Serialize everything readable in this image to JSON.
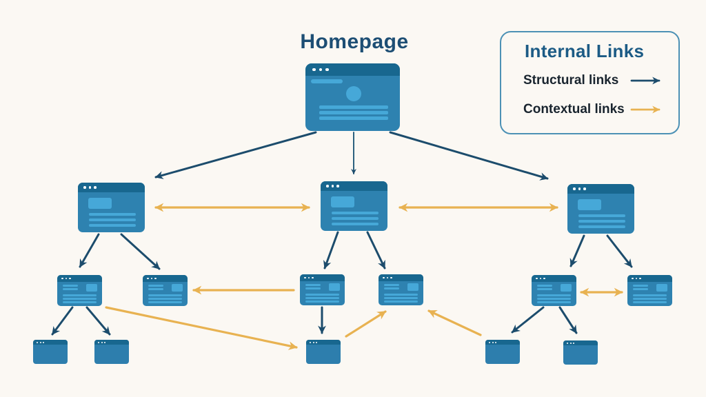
{
  "title": "Homepage",
  "legend": {
    "title": "Internal Links",
    "items": [
      {
        "label": "Structural links",
        "type": "structural",
        "color": "#1c4c6c"
      },
      {
        "label": "Contextual links",
        "type": "contextual",
        "color": "#e8b251"
      }
    ]
  },
  "colors": {
    "page_bg": "#fbf8f3",
    "structural_link": "#1c4c6c",
    "contextual_link": "#e8b251",
    "window_bar": "#18678f",
    "window_body": "#2e82b0",
    "window_accent": "#46a8d8",
    "title_text": "#1d4e74",
    "legend_title_text": "#1c5b85",
    "legend_label_text": "#19242e",
    "legend_border": "#4c91b5"
  },
  "diagram_data": {
    "type": "site-internal-linking-tree",
    "description": "Website internal linking structure: a homepage linking to three category pages, which link to six subpages, which link to five detail pages; structural links shown as dark arrows, contextual links as yellow arrows",
    "nodes": [
      {
        "id": "homepage",
        "level": 1,
        "label": "Homepage"
      },
      {
        "id": "category-1",
        "level": 2
      },
      {
        "id": "category-2",
        "level": 2
      },
      {
        "id": "category-3",
        "level": 2
      },
      {
        "id": "subpage-1",
        "level": 3
      },
      {
        "id": "subpage-2",
        "level": 3
      },
      {
        "id": "subpage-3",
        "level": 3
      },
      {
        "id": "subpage-4",
        "level": 3
      },
      {
        "id": "subpage-5",
        "level": 3
      },
      {
        "id": "subpage-6",
        "level": 3
      },
      {
        "id": "detail-1",
        "level": 4
      },
      {
        "id": "detail-2",
        "level": 4
      },
      {
        "id": "detail-3",
        "level": 4
      },
      {
        "id": "detail-4",
        "level": 4
      },
      {
        "id": "detail-5",
        "level": 4
      }
    ],
    "edges": [
      {
        "from": "homepage",
        "to": "category-1",
        "type": "structural"
      },
      {
        "from": "homepage",
        "to": "category-2",
        "type": "structural"
      },
      {
        "from": "homepage",
        "to": "category-3",
        "type": "structural"
      },
      {
        "from": "category-1",
        "to": "subpage-1",
        "type": "structural"
      },
      {
        "from": "category-1",
        "to": "subpage-2",
        "type": "structural"
      },
      {
        "from": "category-2",
        "to": "subpage-3",
        "type": "structural"
      },
      {
        "from": "category-2",
        "to": "subpage-4",
        "type": "structural"
      },
      {
        "from": "category-3",
        "to": "subpage-5",
        "type": "structural"
      },
      {
        "from": "category-3",
        "to": "subpage-6",
        "type": "structural"
      },
      {
        "from": "subpage-1",
        "to": "detail-1",
        "type": "structural"
      },
      {
        "from": "subpage-1",
        "to": "detail-2",
        "type": "structural"
      },
      {
        "from": "subpage-3",
        "to": "detail-3",
        "type": "structural"
      },
      {
        "from": "subpage-5",
        "to": "detail-4",
        "type": "structural"
      },
      {
        "from": "subpage-5",
        "to": "detail-5",
        "type": "structural"
      },
      {
        "from": "category-1",
        "to": "category-2",
        "type": "contextual",
        "bidirectional": true
      },
      {
        "from": "category-2",
        "to": "category-3",
        "type": "contextual",
        "bidirectional": true
      },
      {
        "from": "subpage-3",
        "to": "subpage-2",
        "type": "contextual",
        "bidirectional": false
      },
      {
        "from": "subpage-1",
        "to": "detail-3",
        "type": "contextual",
        "bidirectional": false
      },
      {
        "from": "detail-3",
        "to": "subpage-4",
        "type": "contextual",
        "bidirectional": false
      },
      {
        "from": "detail-4",
        "to": "subpage-4",
        "type": "contextual",
        "bidirectional": false
      },
      {
        "from": "subpage-5",
        "to": "subpage-6",
        "type": "contextual",
        "bidirectional": true
      }
    ]
  }
}
